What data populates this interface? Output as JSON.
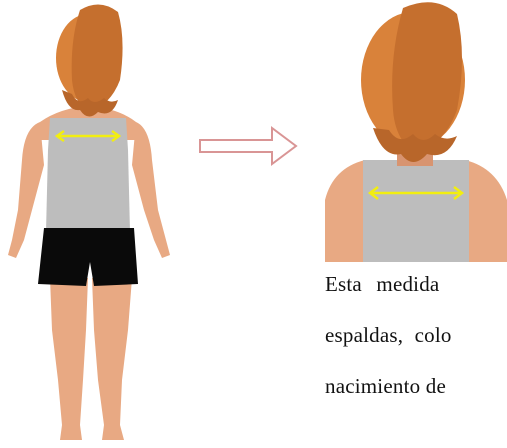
{
  "caption": {
    "line1": "Esta medida",
    "line2": "espaldas, colo",
    "line3": "nacimiento de"
  },
  "colors": {
    "skin": "#E8A983",
    "skin_shadow": "#D89470",
    "hair": "#D9823A",
    "hair_dark": "#B8662A",
    "shirt": "#BDBDBD",
    "shorts": "#0A0A0A",
    "measure_arrow": "#F2EE10",
    "direction_arrow": "#D99595"
  },
  "icons": {
    "direction": "right-arrow-icon",
    "measure": "double-headed-arrow-icon"
  }
}
